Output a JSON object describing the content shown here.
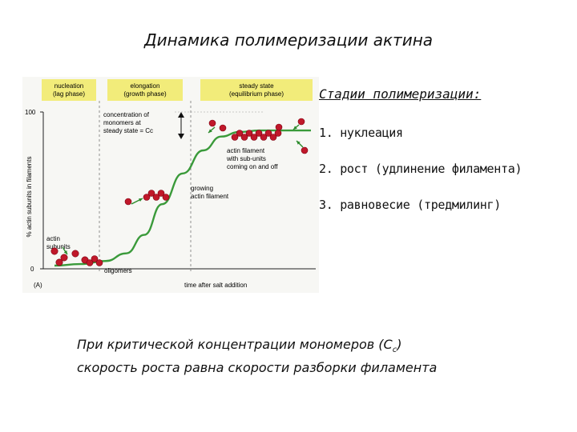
{
  "slide": {
    "title": "Динамика полимеризации актина"
  },
  "stages": {
    "heading": "Стадии полимеризации:",
    "items": [
      "1. нуклеация",
      "2. рост (удлинение филамента)",
      "3. равновесие (тредмилинг)"
    ]
  },
  "note": {
    "line1_before": "При критической концентрации мономеров (С",
    "line1_sub": "с",
    "line1_after": ")",
    "line2": "скорость роста равна скорости разборки филамента"
  },
  "figure": {
    "phase_labels": [
      [
        "nucleation",
        "(lag phase)"
      ],
      [
        "elongation",
        "(growth phase)"
      ],
      [
        "steady state",
        "(equilibrium phase)"
      ]
    ],
    "y_axis_label": "% actin subunits in filaments",
    "y_tick_top": "100",
    "y_tick_bottom": "0",
    "x_axis_label": "time after salt addition",
    "panel_label": "(A)",
    "annotations": {
      "concentration": [
        "concentration of",
        "monomers at",
        "steady state = Cc"
      ],
      "filament": [
        "actin filament",
        "with sub-units",
        "coming on and off"
      ],
      "growing": [
        "growing",
        "actin filament"
      ],
      "subunits": [
        "actin",
        "subunits"
      ],
      "oligomers": "oligomers"
    },
    "colors": {
      "phase_box": "#f2ec7a",
      "curve": "#3a9a3a",
      "subunit": "#c0182a",
      "arrow": "#2a8a2a"
    }
  },
  "chart_data": {
    "type": "line",
    "title": "",
    "xlabel": "time after salt addition",
    "ylabel": "% actin subunits in filaments",
    "ylim": [
      0,
      100
    ],
    "y_ticks": [
      "0",
      "100"
    ],
    "series": [
      {
        "x": [
          0,
          0.1,
          0.2,
          0.28,
          0.35,
          0.42,
          0.5,
          0.58,
          0.65,
          0.72,
          0.8,
          0.9,
          1.0
        ],
        "y": [
          0,
          1,
          3,
          8,
          20,
          40,
          60,
          75,
          84,
          87,
          88,
          88,
          88
        ]
      }
    ],
    "regions": [
      "nucleation (lag phase)",
      "elongation (growth phase)",
      "steady state (equilibrium phase)"
    ]
  }
}
